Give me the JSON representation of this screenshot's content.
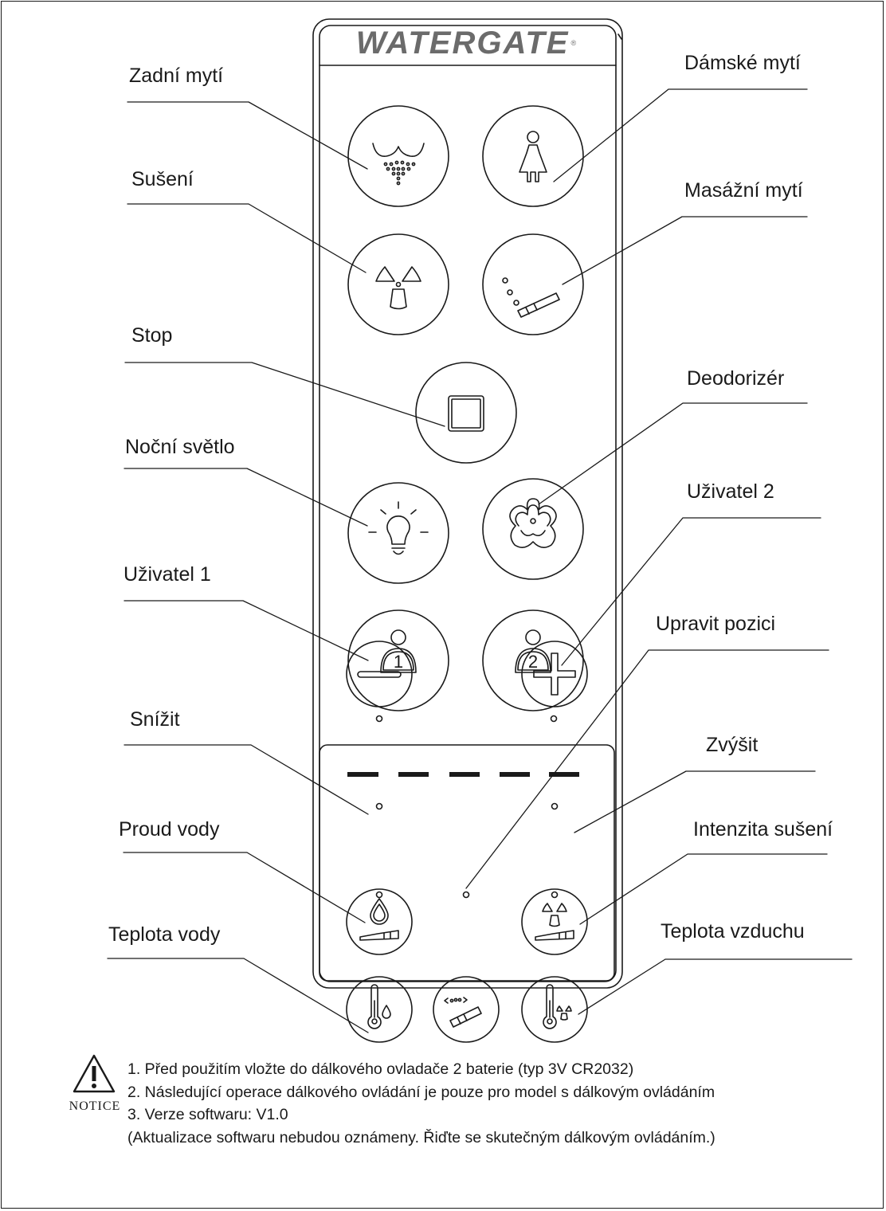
{
  "brand": {
    "name": "WATERGATE",
    "registered": "®"
  },
  "labels": {
    "rear_wash": "Zadní mytí",
    "lady_wash": "Dámské mytí",
    "drying": "Sušení",
    "massage_wash": "Masážní mytí",
    "stop": "Stop",
    "deodorizer": "Deodorizér",
    "night_light": "Noční světlo",
    "user2": "Uživatel 2",
    "user1": "Uživatel 1",
    "adjust_position": "Upravit pozici",
    "decrease": "Snížit",
    "increase": "Zvýšit",
    "water_flow": "Proud vody",
    "drying_intensity": "Intenzita sušení",
    "water_temperature": "Teplota vody",
    "air_temperature": "Teplota vzduchu"
  },
  "user_numbers": {
    "one": "1",
    "two": "2"
  },
  "notice": {
    "label": "NOTICE",
    "lines": [
      "1. Před použitím vložte do dálkového ovladače 2 baterie (typ 3V CR2032)",
      "2. Následující operace dálkového ovládání je pouze pro model s dálkovým ovládáním",
      "3. Verze softwaru: V1.0",
      "(Aktualizace softwaru nebudou oznámeny. Řiďte se skutečným dálkovým ovládáním.)"
    ]
  },
  "colors": {
    "stroke": "#1a1a1a",
    "brand": "#6b6b6b",
    "background": "#ffffff"
  },
  "icons": [
    "rear-wash-icon",
    "lady-wash-icon",
    "fan-icon",
    "massage-wash-icon",
    "stop-square-icon",
    "flower-deodorizer-icon",
    "lightbulb-icon",
    "user-1-icon",
    "user-2-icon",
    "minus-icon",
    "plus-icon",
    "water-drop-icon",
    "fan-small-icon",
    "thermometer-water-icon",
    "nozzle-position-icon",
    "thermometer-air-icon",
    "warning-triangle-icon"
  ]
}
